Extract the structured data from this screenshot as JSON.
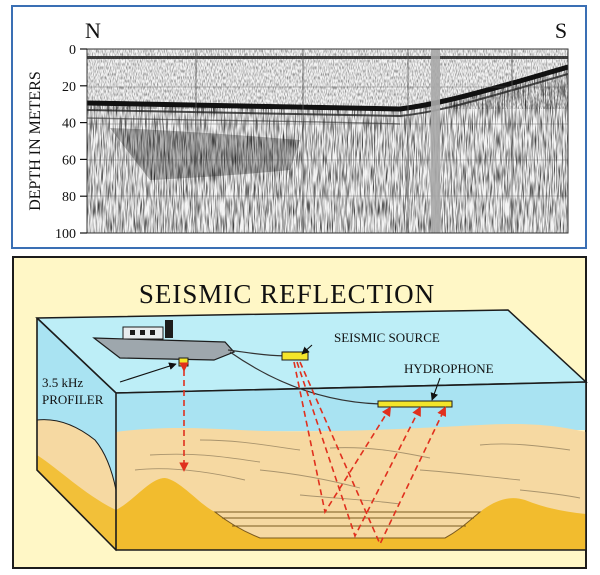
{
  "seismic_profile": {
    "compass_left": "N",
    "compass_right": "S",
    "y_axis_label": "DEPTH IN METERS",
    "depth_ticks": [
      0,
      20,
      40,
      60,
      80,
      100
    ],
    "depth_range": [
      0,
      100
    ]
  },
  "diagram": {
    "title": "SEISMIC REFLECTION",
    "labels": {
      "seismic_source": "SEISMIC SOURCE",
      "hydrophone": "HYDROPHONE",
      "profiler_line1": "3.5 kHz",
      "profiler_line2": "PROFILER"
    },
    "colors": {
      "panel_background": "#FFF7C6",
      "water_top": "#BDEEF7",
      "water_side": "#A9E3F2",
      "sediment": "#F6D9A2",
      "bedrock": "#F2BC2E",
      "instrument": "#F4E52A",
      "ray": "#E0301E"
    }
  }
}
